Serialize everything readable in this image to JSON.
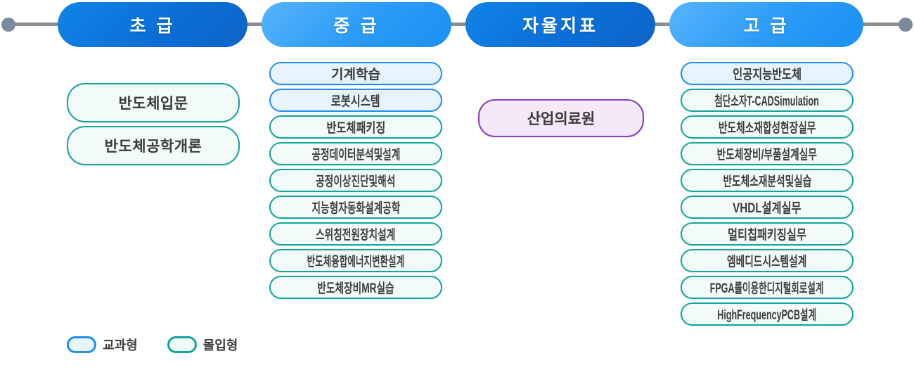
{
  "colors": {
    "stage_dark": "#0a6fd6",
    "stage_light": "#2a9bf7",
    "rail": "#8b8d8f",
    "rail_dot": "#7b8a9c",
    "blue_border": "#1f8ff0",
    "blue_fill": "#e7f3fd",
    "teal_border": "#10a59c",
    "teal_fill": "#f3fbf9",
    "purple_border": "#8a3fc0",
    "purple_fill": "#f3e9f8",
    "label_text": "#3b3b3b"
  },
  "timeline": {
    "stages": [
      {
        "label": "초 급",
        "tone": "dark"
      },
      {
        "label": "중 급",
        "tone": "light"
      },
      {
        "label": "자율지표",
        "tone": "dark"
      },
      {
        "label": "고 급",
        "tone": "light"
      }
    ]
  },
  "columns": [
    {
      "stage": "초 급",
      "items": [
        {
          "label": "반도체입문",
          "kind": "teal",
          "size": "tall",
          "squeeze": 0
        },
        {
          "label": "반도체공학개론",
          "kind": "teal",
          "size": "tall",
          "squeeze": 0
        }
      ]
    },
    {
      "stage": "중 급",
      "items": [
        {
          "label": "기계학습",
          "kind": "blue",
          "size": "std",
          "squeeze": 0
        },
        {
          "label": "로봇시스템",
          "kind": "blue",
          "size": "std",
          "squeeze": 1
        },
        {
          "label": "반도체패키징",
          "kind": "teal",
          "size": "std",
          "squeeze": 1
        },
        {
          "label": "공정데이터분석및설계",
          "kind": "teal",
          "size": "std",
          "squeeze": 2
        },
        {
          "label": "공정이상진단및해석",
          "kind": "teal",
          "size": "std",
          "squeeze": 2
        },
        {
          "label": "지능형자동화설계공학",
          "kind": "teal",
          "size": "std",
          "squeeze": 2
        },
        {
          "label": "스위칭전원장치설계",
          "kind": "teal",
          "size": "std",
          "squeeze": 2
        },
        {
          "label": "반도체융합에너지변환설계",
          "kind": "teal",
          "size": "std",
          "squeeze": 3
        },
        {
          "label": "반도체장비MR실습",
          "kind": "teal",
          "size": "std",
          "squeeze": 2
        }
      ]
    },
    {
      "stage": "자율지표",
      "items": [
        {
          "label": "산업의료원",
          "kind": "purple",
          "size": "big",
          "squeeze": 0
        }
      ]
    },
    {
      "stage": "고 급",
      "items": [
        {
          "label": "인공지능반도체",
          "kind": "blue",
          "size": "std",
          "squeeze": 1
        },
        {
          "label": "첨단소자T-CADSimulation",
          "kind": "teal",
          "size": "std",
          "squeeze": 3
        },
        {
          "label": "반도체소재합성현장실무",
          "kind": "teal",
          "size": "std",
          "squeeze": 2
        },
        {
          "label": "반도체장비/부품설계실무",
          "kind": "teal",
          "size": "std",
          "squeeze": 2
        },
        {
          "label": "반도체소재분석및실습",
          "kind": "teal",
          "size": "std",
          "squeeze": 2
        },
        {
          "label": "VHDL설계실무",
          "kind": "teal",
          "size": "std",
          "squeeze": 1
        },
        {
          "label": "멀티칩패키징실무",
          "kind": "teal",
          "size": "std",
          "squeeze": 1
        },
        {
          "label": "엠베디드시스템설계",
          "kind": "teal",
          "size": "std",
          "squeeze": 2
        },
        {
          "label": "FPGA를이용한디지털회로설계",
          "kind": "teal",
          "size": "std",
          "squeeze": 3
        },
        {
          "label": "HighFrequencyPCB설계",
          "kind": "teal",
          "size": "std",
          "squeeze": 3
        }
      ]
    }
  ],
  "legend": {
    "items": [
      {
        "label": "교과형",
        "swatch": "blue"
      },
      {
        "label": "몰입형",
        "swatch": "teal"
      }
    ]
  }
}
